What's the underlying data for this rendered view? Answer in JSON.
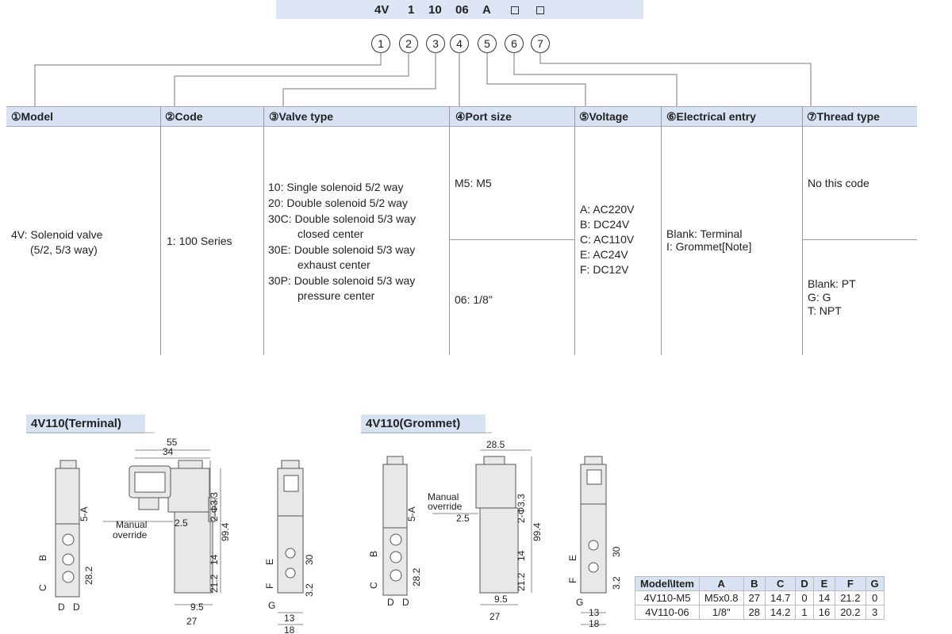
{
  "model_code": {
    "parts": [
      "4V",
      "1",
      "10",
      "06",
      "A"
    ],
    "placeholder_count": 2
  },
  "numbers": [
    "1",
    "2",
    "3",
    "4",
    "5",
    "6",
    "7"
  ],
  "headers": [
    "①Model",
    "②Code",
    "③Valve type",
    "④Port size",
    "⑤Voltage",
    "⑥Electrical entry",
    "⑦Thread type"
  ],
  "model": {
    "line1": "4V: Solenoid valve",
    "line2": "(5/2, 5/3 way)"
  },
  "code": {
    "text": "1: 100 Series"
  },
  "valve_types": [
    {
      "code": "10:",
      "desc": "Single solenoid 5/2 way",
      "desc2": ""
    },
    {
      "code": "20:",
      "desc": "Double solenoid 5/2 way",
      "desc2": ""
    },
    {
      "code": "30C:",
      "desc": "Double solenoid 5/3 way",
      "desc2": "closed center"
    },
    {
      "code": "30E:",
      "desc": "Double solenoid 5/3 way",
      "desc2": "exhaust center"
    },
    {
      "code": "30P:",
      "desc": "Double solenoid 5/3 way",
      "desc2": "pressure center"
    }
  ],
  "port_size": {
    "upper": "M5: M5",
    "lower": "06: 1/8\""
  },
  "voltages": [
    "A: AC220V",
    "B: DC24V",
    "C: AC110V",
    "E: AC24V",
    "F: DC12V"
  ],
  "electrical_entry": {
    "line1": "Blank: Terminal",
    "line2": "I: Grommet[Note]"
  },
  "thread_type": {
    "upper": "No this code",
    "lower": [
      "Blank: PT",
      "G: G",
      "T: NPT"
    ]
  },
  "drawings": {
    "terminal_title": "4V110(Terminal)",
    "grommet_title": "4V110(Grommet)",
    "labels": {
      "t_55": "55",
      "t_34": "34",
      "t_manual": "Manual",
      "t_override": "override",
      "t_25": "2.5",
      "t_5a": "5-A",
      "t_B": "B",
      "t_C": "C",
      "t_282": "28.2",
      "t_D1": "D",
      "t_D2": "D",
      "t_2phi": "2-Φ3.3",
      "t_994": "99.4",
      "t_14": "14",
      "t_212": "21.2",
      "t_95": "9.5",
      "t_27": "27",
      "t_E": "E",
      "t_F": "F",
      "t_G": "G",
      "t_30": "30",
      "t_32": "3.2",
      "t_13": "13",
      "t_18": "18",
      "g_285": "28.5",
      "g_manual": "Manual",
      "g_override": "override",
      "g_25": "2.5",
      "g_5a": "5-A",
      "g_B": "B",
      "g_C": "C",
      "g_282": "28.2",
      "g_D1": "D",
      "g_D2": "D",
      "g_2phi": "2-Φ3.3",
      "g_994": "99.4",
      "g_14": "14",
      "g_212": "21.2",
      "g_95": "9.5",
      "g_27": "27",
      "g_E": "E",
      "g_F": "F",
      "g_G": "G",
      "g_30": "30",
      "g_32": "3.2",
      "g_13": "13",
      "g_18": "18"
    }
  },
  "dimension_table": {
    "headers": [
      "Model\\Item",
      "A",
      "B",
      "C",
      "D",
      "E",
      "F",
      "G"
    ],
    "rows": [
      [
        "4V110-M5",
        "M5x0.8",
        "27",
        "14.7",
        "0",
        "14",
        "21.2",
        "0"
      ],
      [
        "4V110-06",
        "1/8\"",
        "28",
        "14.2",
        "1",
        "16",
        "20.2",
        "3"
      ]
    ]
  }
}
